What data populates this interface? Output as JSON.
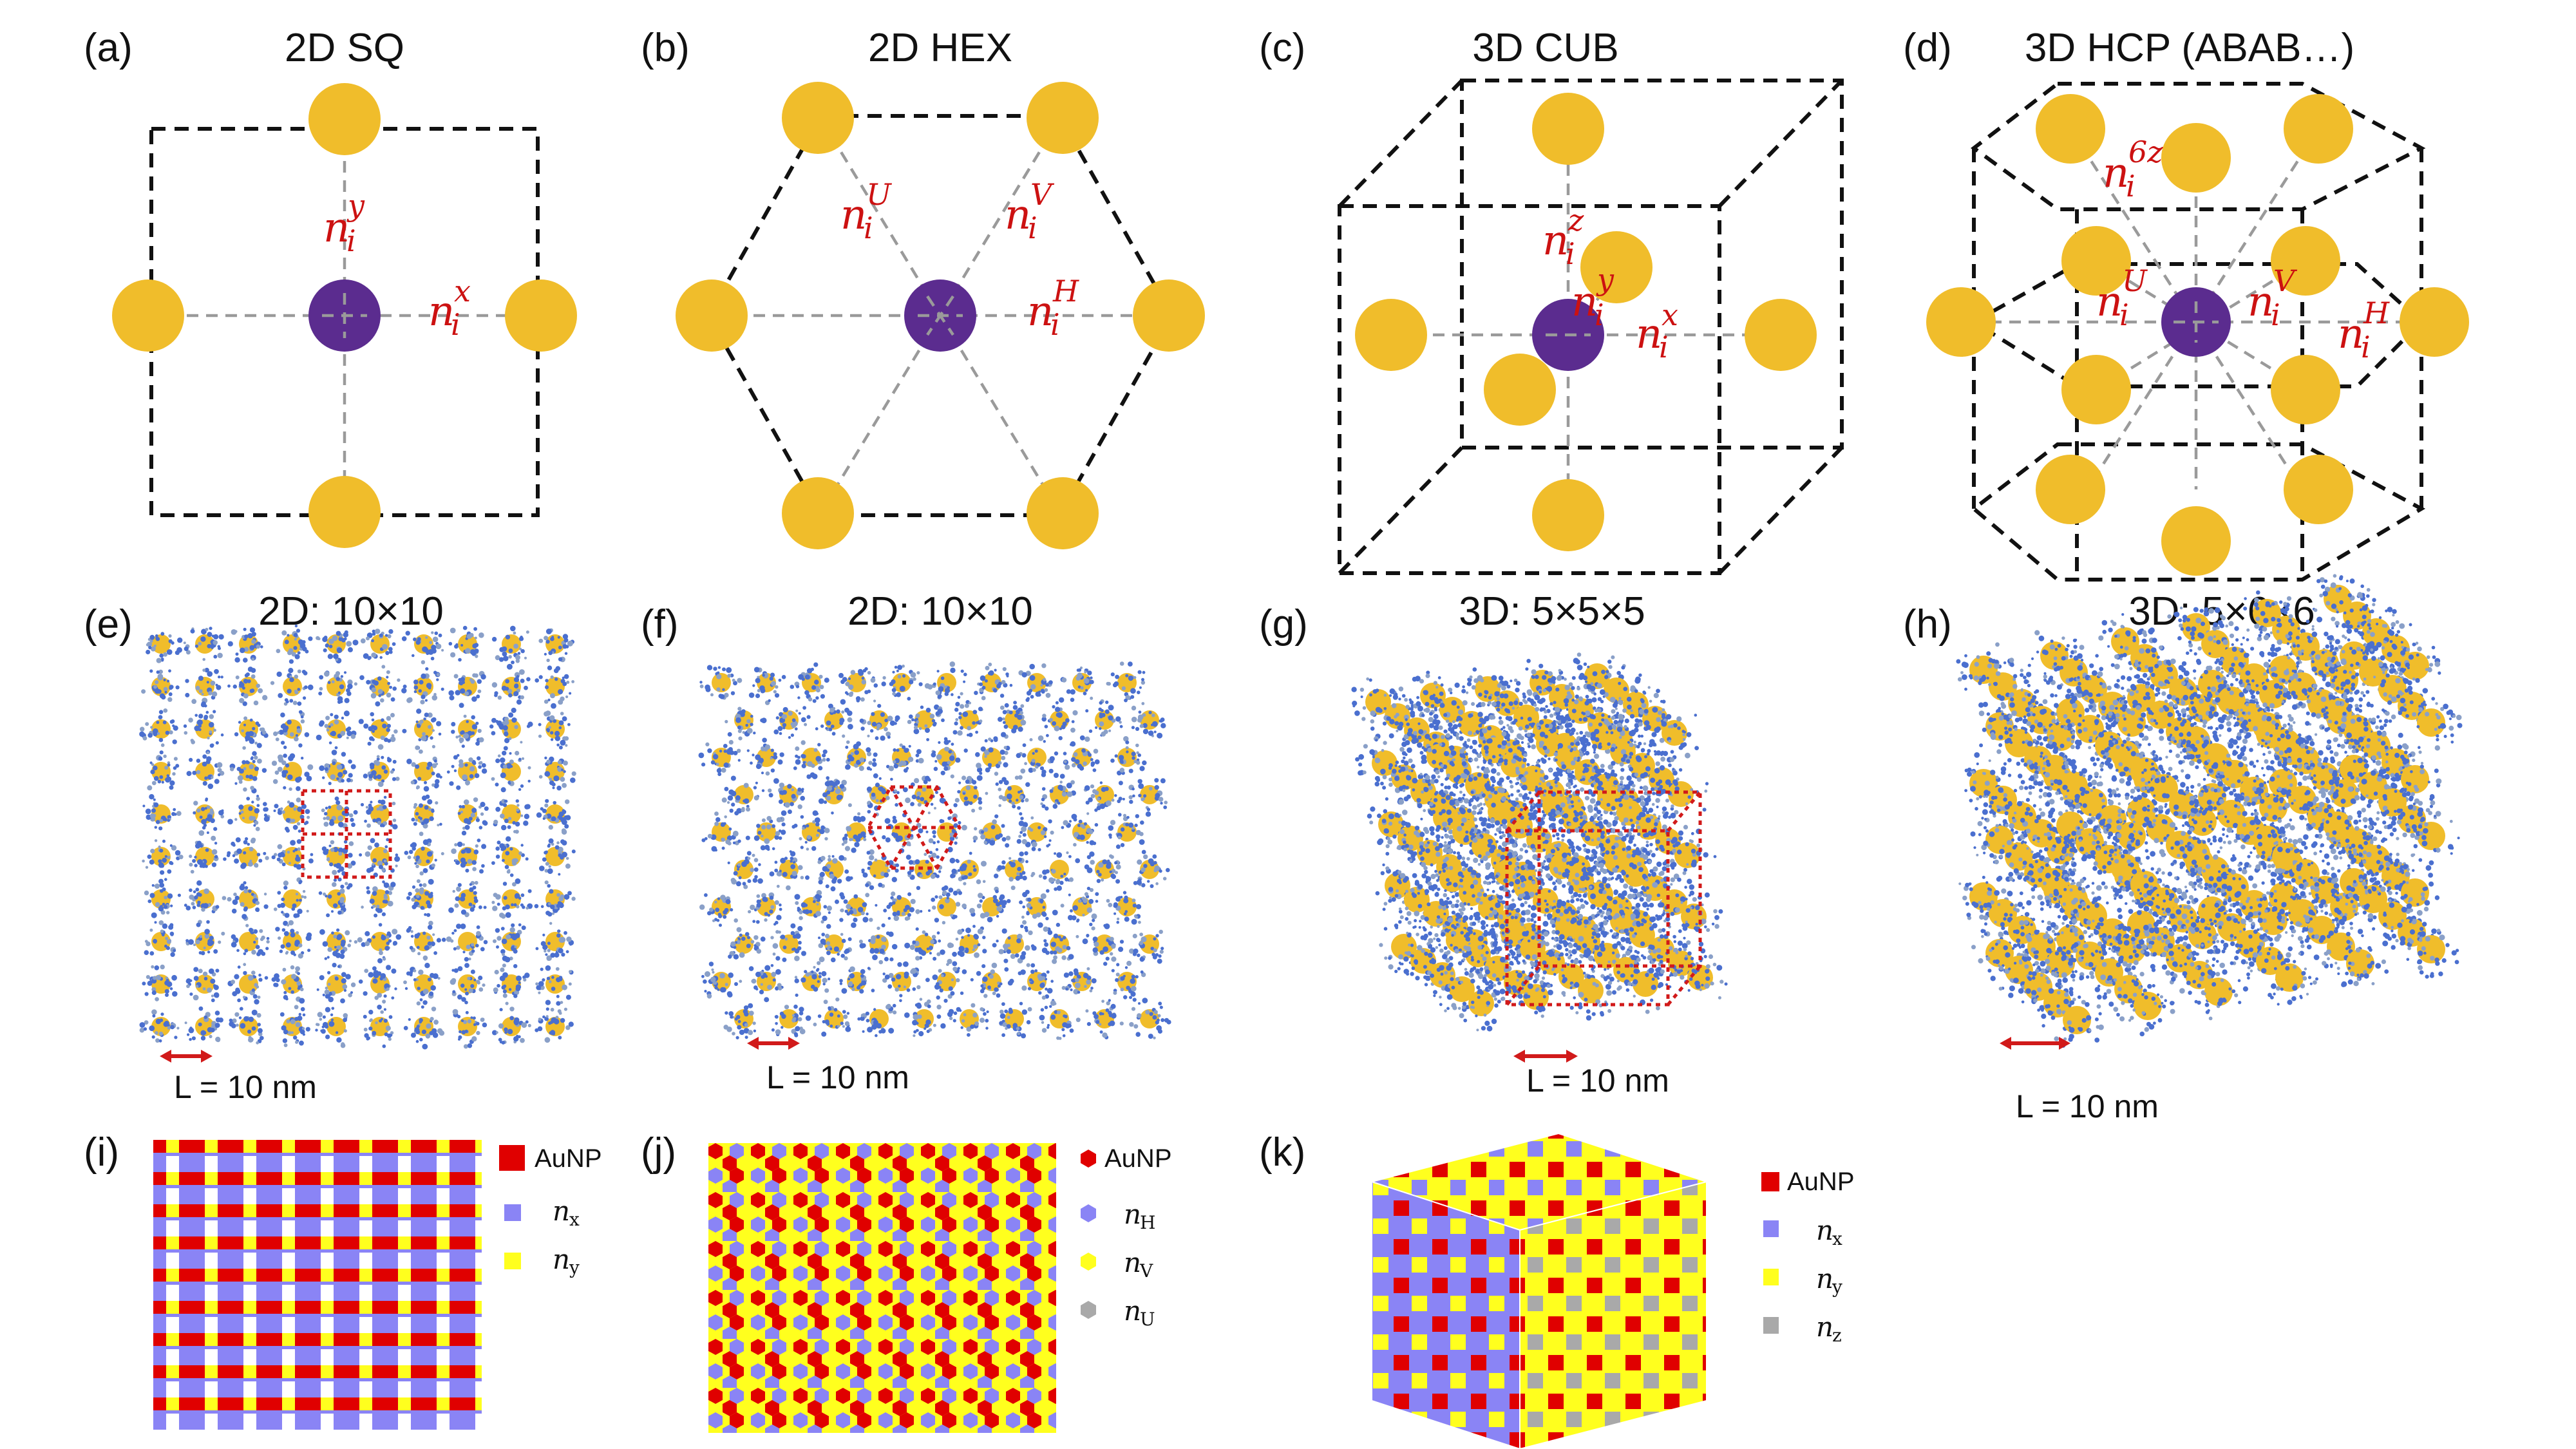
{
  "panels": {
    "a": {
      "tag": "(a)",
      "title": "2D SQ"
    },
    "b": {
      "tag": "(b)",
      "title": "2D HEX"
    },
    "c": {
      "tag": "(c)",
      "title": "3D CUB"
    },
    "d": {
      "tag": "(d)",
      "title": "3D HCP  (ABAB…)"
    },
    "e": {
      "tag": "(e)",
      "title": "2D: 10×10",
      "scale": "L = 10 nm"
    },
    "f": {
      "tag": "(f)",
      "title": "2D: 10×10",
      "scale": "L = 10 nm"
    },
    "g": {
      "tag": "(g)",
      "title": "3D: 5×5×5",
      "scale": "L = 10 nm"
    },
    "h": {
      "tag": "(h)",
      "title": "3D: 5×6×6",
      "scale": "L = 10 nm"
    },
    "i": {
      "tag": "(i)",
      "legend": [
        "AuNP",
        "n",
        "n"
      ],
      "legend_sub": [
        "x",
        "y"
      ]
    },
    "j": {
      "tag": "(j)",
      "legend": [
        "AuNP",
        "n",
        "n",
        "n"
      ],
      "legend_sub": [
        "H",
        "V",
        "U"
      ]
    },
    "k": {
      "tag": "(k)",
      "legend": [
        "AuNP",
        "n",
        "n",
        "n"
      ],
      "legend_sub": [
        "x",
        "y",
        "z"
      ]
    }
  },
  "neighbor_labels": {
    "base": "n",
    "sub": "i",
    "a": [
      "y",
      "x"
    ],
    "b": [
      "U",
      "V",
      "H"
    ],
    "c": [
      "z",
      "y",
      "x"
    ],
    "d": [
      "6z",
      "U",
      "V",
      "H"
    ]
  },
  "colors": {
    "center_particle": "#5b2c8f",
    "neighbor_particle": "#f0bd2b",
    "label_red": "#cc1111",
    "aunp": "#e00000",
    "site_blue": "#8a84f5",
    "site_yellow": "#ffff1e",
    "site_gray": "#a9a9a9",
    "ligand_blue": "#4a6fcf"
  }
}
